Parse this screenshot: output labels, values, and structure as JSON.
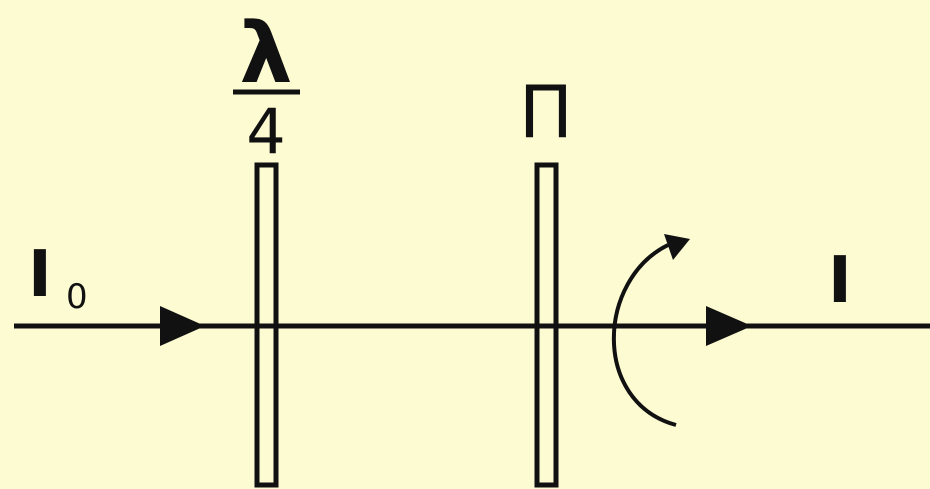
{
  "diagram": {
    "background": "#fdfbd2",
    "ink": "#111111",
    "input_intensity": {
      "symbol": "I",
      "subscript": "0"
    },
    "output_intensity": {
      "symbol": "I"
    },
    "quarter_wave_plate": {
      "numerator": "λ",
      "denominator": "4"
    },
    "polarizer": {
      "label": "П"
    },
    "rotation_arrow": {
      "icon": "curved-rotation-arrow-icon"
    },
    "beam_arrows": [
      "right-arrow-icon",
      "right-arrow-icon"
    ]
  }
}
